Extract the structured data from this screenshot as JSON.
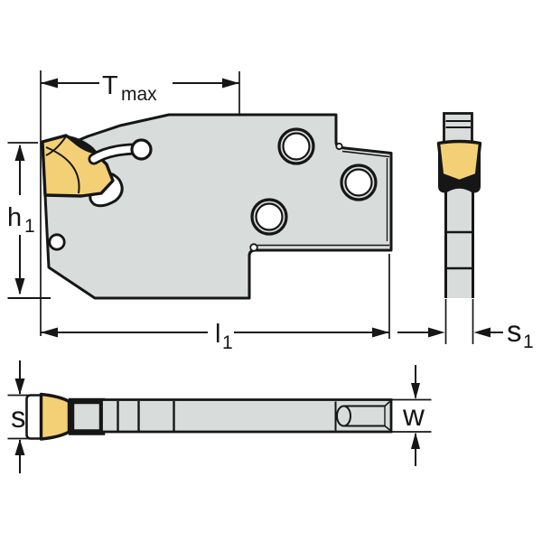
{
  "drawing": {
    "description": "Parting / grooving blade technical drawing, three orthographic views"
  },
  "colors": {
    "body": "#D8DDDC",
    "insert": "#F3D075",
    "outline": "#161616",
    "background": "#FFFFFF"
  },
  "labels": {
    "t_max": {
      "base": "T",
      "sub": "max"
    },
    "h1": {
      "base": "h",
      "sub": "1"
    },
    "l1": {
      "base": "l",
      "sub": "1"
    },
    "s1": {
      "base": "s",
      "sub": "1"
    },
    "s": {
      "base": "s"
    },
    "w": {
      "base": "w"
    }
  }
}
